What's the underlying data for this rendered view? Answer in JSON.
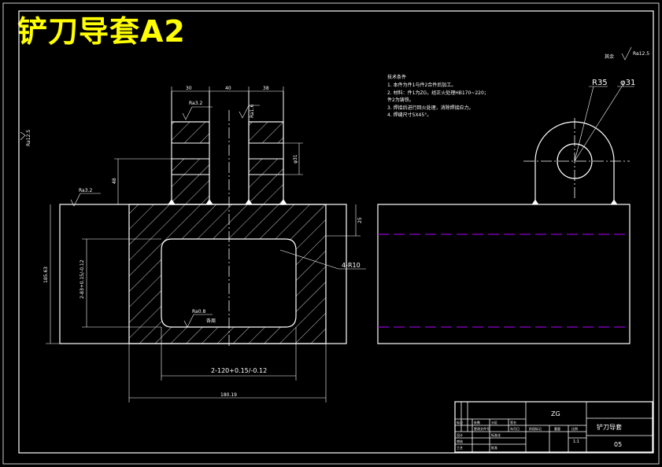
{
  "title": "铲刀导套A2",
  "tech_requirements": {
    "heading": "技术条件",
    "lines": [
      "1. 本件为件1与件2合件后加工。",
      "2. 材料：件1为ZG，经正火处理HB170~220；",
      "        件2为铸铁。",
      "3. 焊接后进行回火处理，消除焊接应力。",
      "4. 焊缝尺寸5X45°。"
    ]
  },
  "roughness_general": "其余",
  "roughness_values": {
    "general": "Ra12.5",
    "left_side": "Ra12.5",
    "top_left": "Ra3.2",
    "top_right": "Ra1.6",
    "base_left": "Ra3.2",
    "inner": "Ra0.8",
    "inner_note": "各周"
  },
  "dimensions": {
    "top_w1": "30",
    "top_w2": "40",
    "top_w3": "38",
    "hole_dia": "φ31",
    "height_left": "48",
    "base_thick": "25",
    "overall_h": "185.63",
    "inner_h": "2-83+0.15/-0.12",
    "inner_w": "2-120+0.15/-0.12",
    "overall_w": "180.19",
    "radius_note": "4-R10",
    "side_r": "R35",
    "side_dia": "φ31"
  },
  "title_block": {
    "material": "ZG",
    "part_name": "铲刀导套",
    "drawing_no": "05",
    "scale": "1:1",
    "labels": [
      "标记",
      "处数",
      "分区",
      "更改文件号",
      "签名",
      "年月日",
      "设计",
      "标准化",
      "审核",
      "工艺",
      "批准",
      "阶段标记",
      "重量",
      "比例"
    ]
  },
  "colors": {
    "background": "#000000",
    "line": "#ffffff",
    "title": "#ffff00",
    "hidden": "#b000ff",
    "hatch": "#ffffff"
  }
}
